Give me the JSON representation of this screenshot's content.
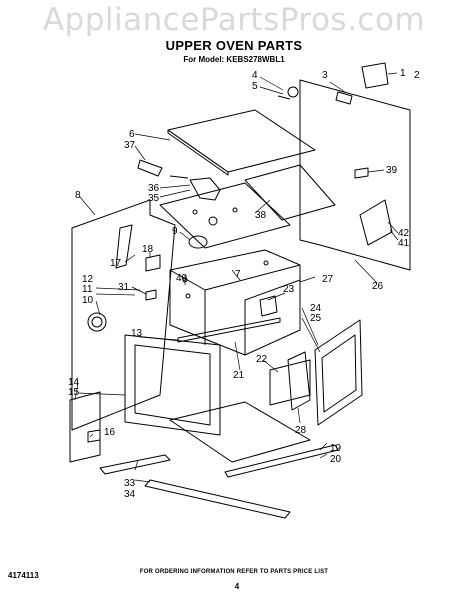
{
  "watermark": "AppliancePartsPros.com",
  "title": "UPPER OVEN PARTS",
  "subtitle": "For Model: KEBS278WBL1",
  "callouts": [
    {
      "id": "c1",
      "text": "1"
    },
    {
      "id": "c2",
      "text": "2"
    },
    {
      "id": "c3",
      "text": "3"
    },
    {
      "id": "c4",
      "text": "4"
    },
    {
      "id": "c5",
      "text": "5"
    },
    {
      "id": "c6",
      "text": "6"
    },
    {
      "id": "c7",
      "text": "7"
    },
    {
      "id": "c8",
      "text": "8"
    },
    {
      "id": "c9",
      "text": "9"
    },
    {
      "id": "c10",
      "text": "10"
    },
    {
      "id": "c11",
      "text": "11"
    },
    {
      "id": "c12",
      "text": "12"
    },
    {
      "id": "c13",
      "text": "13"
    },
    {
      "id": "c14",
      "text": "14"
    },
    {
      "id": "c15",
      "text": "15"
    },
    {
      "id": "c16",
      "text": "16"
    },
    {
      "id": "c17",
      "text": "17"
    },
    {
      "id": "c18",
      "text": "18"
    },
    {
      "id": "c19",
      "text": "19"
    },
    {
      "id": "c20",
      "text": "20"
    },
    {
      "id": "c21",
      "text": "21"
    },
    {
      "id": "c22",
      "text": "22"
    },
    {
      "id": "c23",
      "text": "23"
    },
    {
      "id": "c24",
      "text": "24"
    },
    {
      "id": "c25",
      "text": "25"
    },
    {
      "id": "c26",
      "text": "26"
    },
    {
      "id": "c27",
      "text": "27"
    },
    {
      "id": "c28",
      "text": "28"
    },
    {
      "id": "c31",
      "text": "31"
    },
    {
      "id": "c33",
      "text": "33"
    },
    {
      "id": "c34",
      "text": "34"
    },
    {
      "id": "c35",
      "text": "35"
    },
    {
      "id": "c36",
      "text": "36"
    },
    {
      "id": "c37",
      "text": "37"
    },
    {
      "id": "c38",
      "text": "38"
    },
    {
      "id": "c39",
      "text": "39"
    },
    {
      "id": "c40",
      "text": "40"
    },
    {
      "id": "c41",
      "text": "41"
    },
    {
      "id": "c42",
      "text": "42"
    }
  ],
  "footer": {
    "part_number": "4174113",
    "ordering_info": "FOR ORDERING INFORMATION REFER TO PARTS PRICE LIST",
    "page_number": "4"
  }
}
